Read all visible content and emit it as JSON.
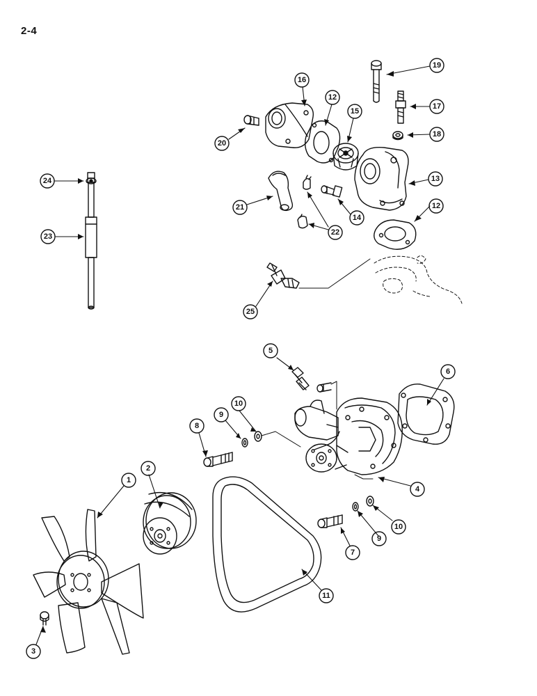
{
  "page_number": "2-4",
  "callouts": {
    "c1": "1",
    "c2": "2",
    "c3": "3",
    "c4": "4",
    "c5": "5",
    "c6": "6",
    "c7": "7",
    "c8": "8",
    "c9a": "9",
    "c9b": "9",
    "c10a": "10",
    "c10b": "10",
    "c11": "11",
    "c12a": "12",
    "c12b": "12",
    "c13": "13",
    "c14": "14",
    "c15": "15",
    "c16": "16",
    "c17": "17",
    "c18": "18",
    "c19": "19",
    "c20": "20",
    "c21": "21",
    "c22": "22",
    "c23": "23",
    "c24": "24",
    "c25": "25"
  }
}
